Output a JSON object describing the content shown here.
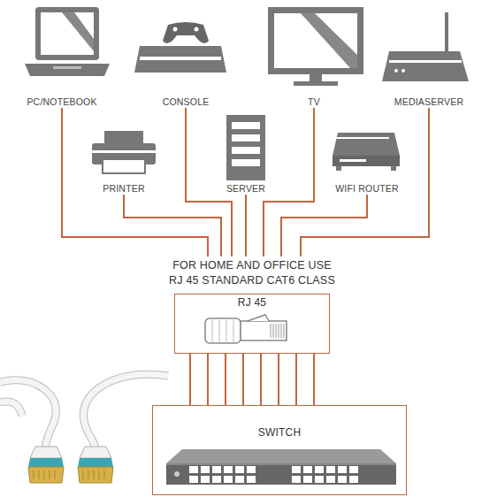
{
  "diagram": {
    "nodes": [
      {
        "text": [
          "PC/NOTEBOOK"
        ]
      },
      {
        "text": [
          "CONSOLE"
        ]
      },
      {
        "text": [
          "TV"
        ]
      },
      {
        "text": [
          "MEDIASERVER"
        ]
      },
      {
        "text": [
          "PRINTER"
        ]
      },
      {
        "text": [
          "SERVER"
        ]
      },
      {
        "text": [
          "WIFI ROUTER"
        ]
      },
      {
        "text": [
          "FOR HOME AND OFFICE USE RJ 45 STANDARD CAT6 CLASS",
          "RJ 45"
        ]
      },
      {
        "text": [
          "SWITCH"
        ]
      }
    ],
    "edges": [
      {
        "from": 0,
        "to": 7,
        "arrow": "none"
      },
      {
        "from": 1,
        "to": 7,
        "arrow": "none"
      },
      {
        "from": 2,
        "to": 7,
        "arrow": "none"
      },
      {
        "from": 3,
        "to": 7,
        "arrow": "none"
      },
      {
        "from": 4,
        "to": 7,
        "arrow": "none"
      },
      {
        "from": 5,
        "to": 7,
        "arrow": "none"
      },
      {
        "from": 6,
        "to": 7,
        "arrow": "none"
      },
      {
        "from": 7,
        "to": 8,
        "arrow": "none"
      },
      {
        "from": 7,
        "to": 8,
        "arrow": "none"
      },
      {
        "from": 7,
        "to": 8,
        "arrow": "none"
      },
      {
        "from": 7,
        "to": 8,
        "arrow": "none"
      },
      {
        "from": 7,
        "to": 8,
        "arrow": "none"
      },
      {
        "from": 7,
        "to": 8,
        "arrow": "none"
      },
      {
        "from": 7,
        "to": 8,
        "arrow": "none"
      },
      {
        "from": 7,
        "to": 8,
        "arrow": "none"
      }
    ]
  }
}
